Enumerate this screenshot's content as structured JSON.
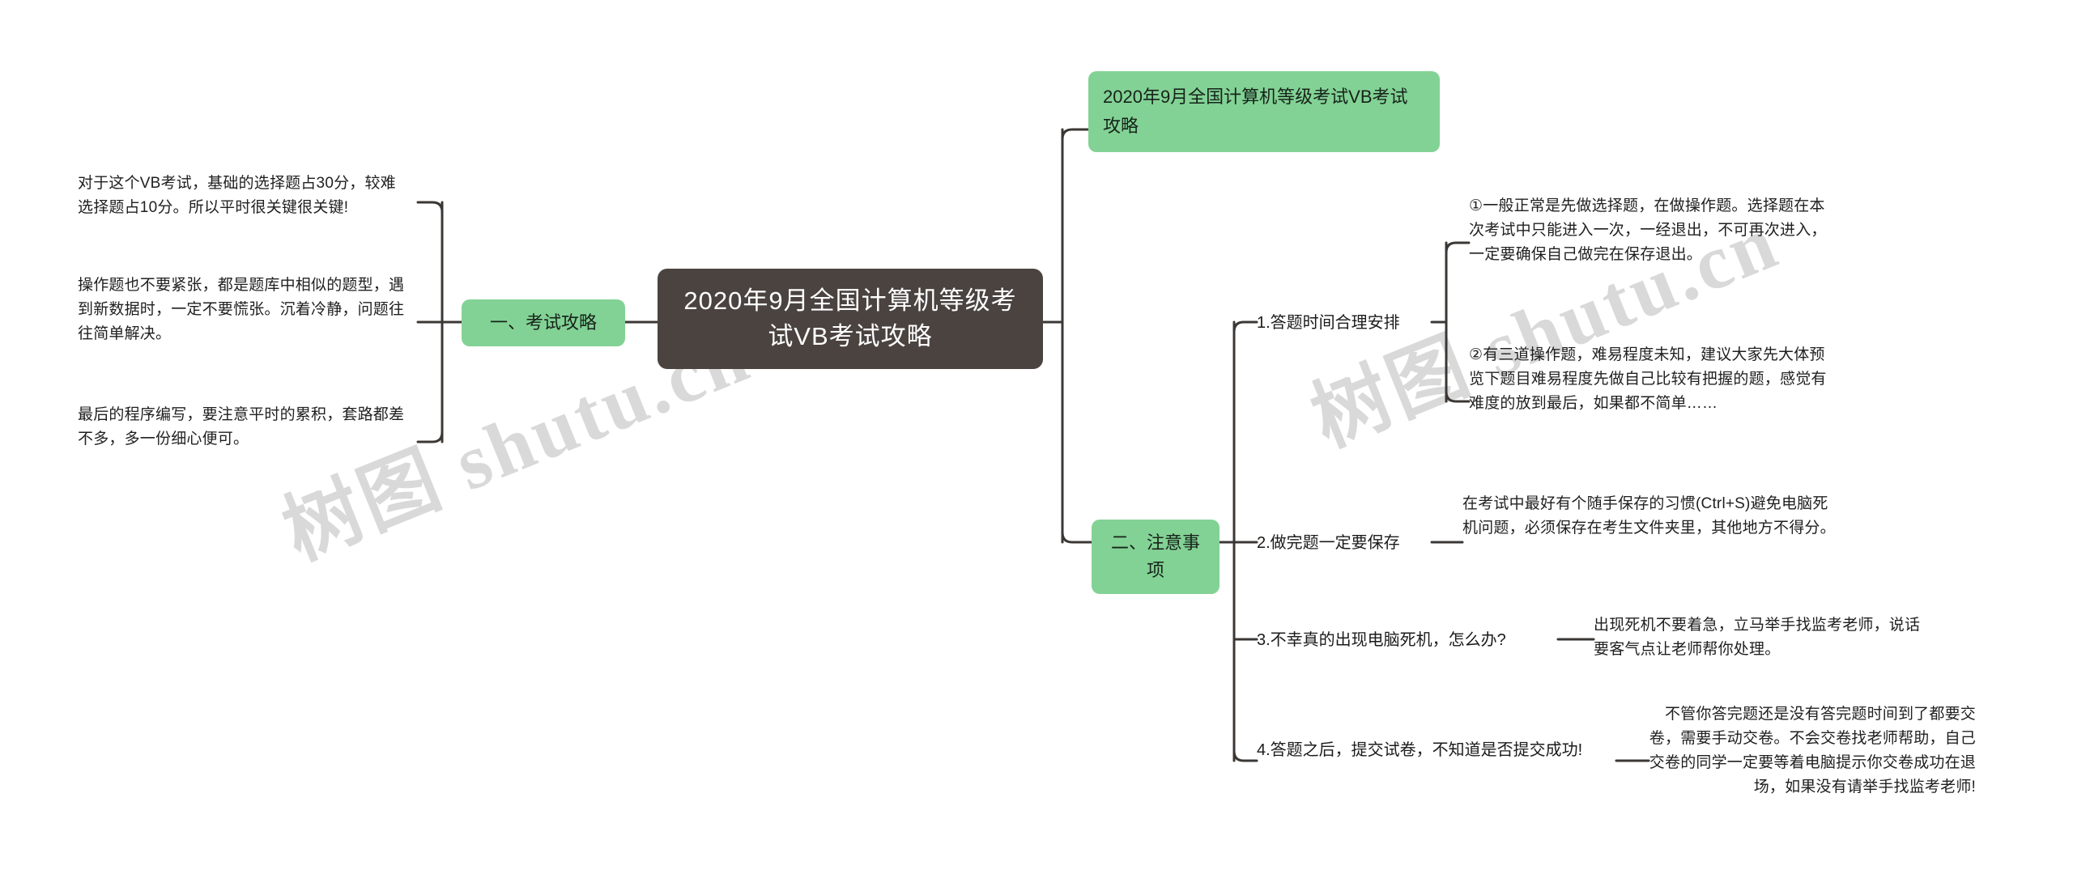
{
  "document": {
    "kind": "mindmap",
    "watermark": "树图 shutu.cn",
    "colors": {
      "root_background": "#4a4340",
      "root_text": "#ffffff",
      "branch_background": "#83d295",
      "branch_text": "#16231a",
      "connector": "#3b3734",
      "canvas": "#ffffff",
      "watermark": "#d9d9d9"
    }
  },
  "root": {
    "label": "2020年9月全国计算机等级考试VB考试攻略"
  },
  "title_card": {
    "label": "2020年9月全国计算机等级考试VB考试攻略"
  },
  "branches": [
    {
      "id": "branch-1",
      "label": "一、考试攻略",
      "side": "left",
      "leaves": [
        {
          "id": "leaf-1-1",
          "text": "对于这个VB考试，基础的选择题占30分，较难选择题占10分。所以平时很关键很关键!"
        },
        {
          "id": "leaf-1-2",
          "text": "操作题也不要紧张，都是题库中相似的题型，遇到新数据时，一定不要慌张。沉着冷静，问题往往简单解决。"
        },
        {
          "id": "leaf-1-3",
          "text": "最后的程序编写，要注意平时的累积，套路都差不多，多一份细心便可。"
        }
      ]
    },
    {
      "id": "branch-2",
      "label": "二、注意事项",
      "side": "right",
      "topics": [
        {
          "id": "topic-2-1",
          "label": "1.答题时间合理安排",
          "details": [
            {
              "id": "detail-2-1-a",
              "text": "①一般正常是先做选择题，在做操作题。选择题在本次考试中只能进入一次，一经退出，不可再次进入，一定要确保自己做完在保存退出。"
            },
            {
              "id": "detail-2-1-b",
              "text": "②有三道操作题，难易程度未知，建议大家先大体预览下题目难易程度先做自己比较有把握的题，感觉有难度的放到最后，如果都不简单……"
            }
          ]
        },
        {
          "id": "topic-2-2",
          "label": "2.做完题一定要保存",
          "details": [
            {
              "id": "detail-2-2-a",
              "text": "在考试中最好有个随手保存的习惯(Ctrl+S)避免电脑死机问题，必须保存在考生文件夹里，其他地方不得分。"
            }
          ]
        },
        {
          "id": "topic-2-3",
          "label": "3.不幸真的出现电脑死机，怎么办?",
          "details": [
            {
              "id": "detail-2-3-a",
              "text": "出现死机不要着急，立马举手找监考老师，说话要客气点让老师帮你处理。"
            }
          ]
        },
        {
          "id": "topic-2-4",
          "label": "4.答题之后，提交试卷，不知道是否提交成功!",
          "details": [
            {
              "id": "detail-2-4-a",
              "text": "不管你答完题还是没有答完题时间到了都要交卷，需要手动交卷。不会交卷找老师帮助，自己交卷的同学一定要等着电脑提示你交卷成功在退场，如果没有请举手找监考老师!"
            }
          ]
        }
      ]
    }
  ]
}
